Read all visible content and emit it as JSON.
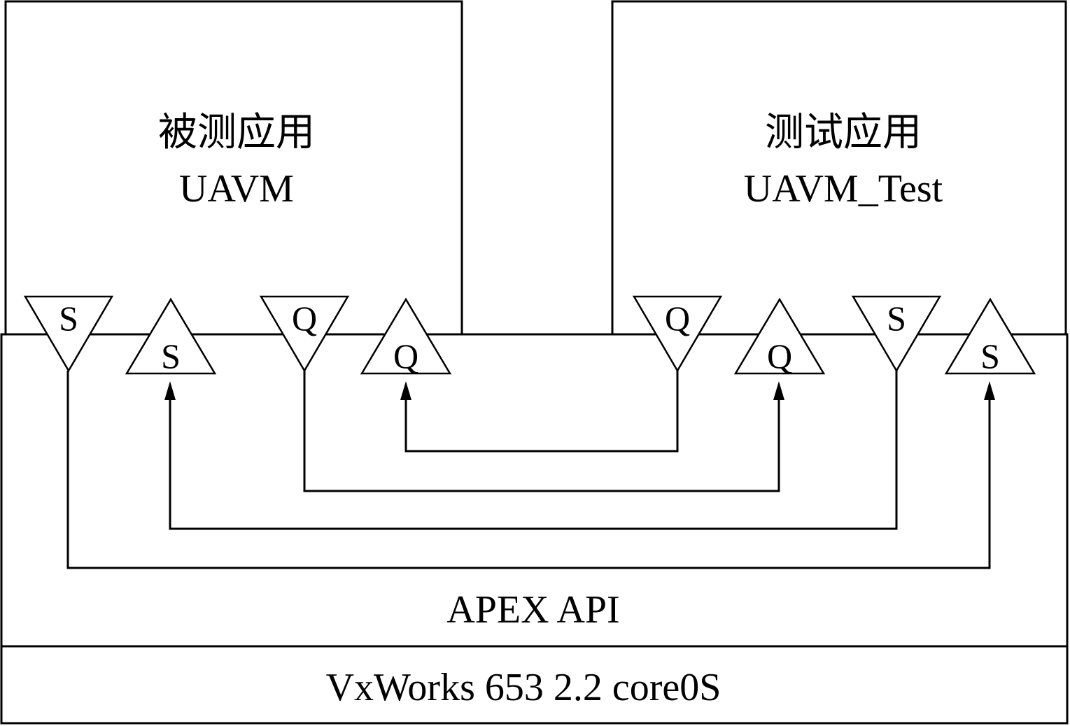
{
  "partitions": {
    "left": {
      "title_cn": "被测应用",
      "name": "UAVM"
    },
    "right": {
      "title_cn": "测试应用",
      "name": "UAVM_Test"
    }
  },
  "ports": {
    "left_s_out": "S",
    "left_s_in": "S",
    "left_q_out": "Q",
    "left_q_in": "Q",
    "right_q_out": "Q",
    "right_q_in": "Q",
    "right_s_out": "S",
    "right_s_in": "S"
  },
  "layers": {
    "api": "APEX API",
    "os": "VxWorks 653 2.2 core0S"
  }
}
